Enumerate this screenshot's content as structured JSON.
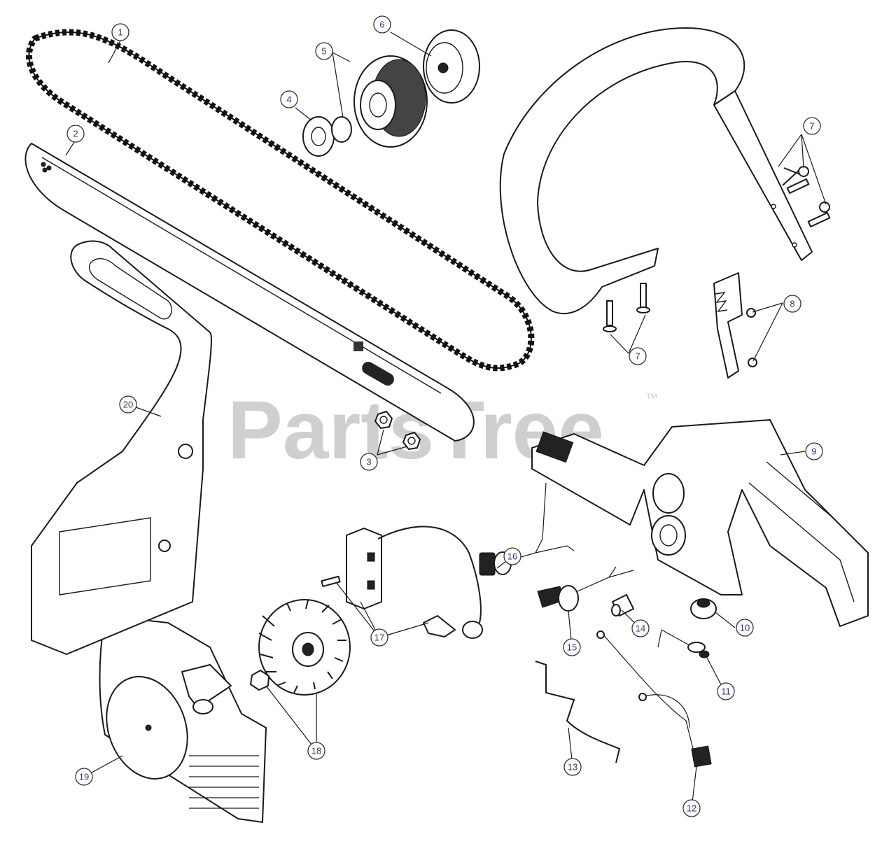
{
  "watermark": {
    "text": "PartsTree",
    "mark": "™"
  },
  "callouts": [
    "1",
    "2",
    "3",
    "4",
    "5",
    "6",
    "7",
    "8",
    "9",
    "10",
    "11",
    "12",
    "13",
    "14",
    "15",
    "16",
    "17",
    "18",
    "19",
    "20"
  ]
}
